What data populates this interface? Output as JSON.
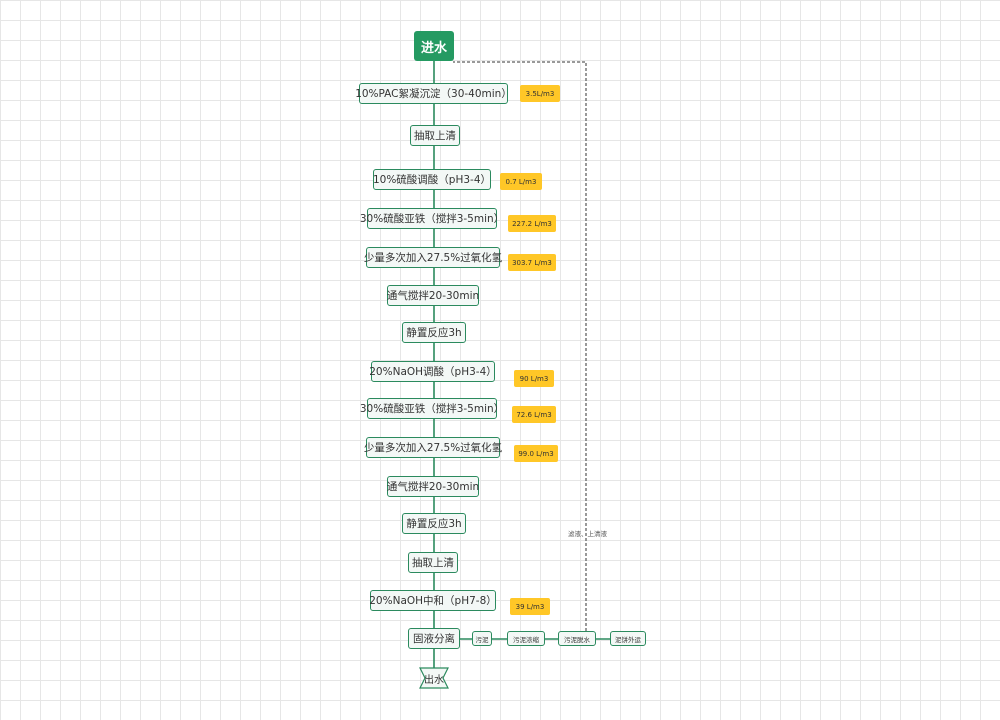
{
  "start": "进水",
  "steps": [
    "10%PAC絮凝沉淀（30-40min）",
    "抽取上清",
    "10%硫酸调酸（pH3-4）",
    "30%硫酸亚铁（搅拌3-5min）",
    "少量多次加入27.5%过氧化氢",
    "通气搅拌20-30min",
    "静置反应3h",
    "20%NaOH调酸（pH3-4）",
    "30%硫酸亚铁（搅拌3-5min）",
    "少量多次加入27.5%过氧化氢",
    "通气搅拌20-30min",
    "静置反应3h",
    "抽取上清",
    "20%NaOH中和（pH7-8）",
    "固液分离"
  ],
  "dosages": [
    "3.5L/m3",
    "0.7 L/m3",
    "227.2 L/m3",
    "303.7 L/m3",
    "90 L/m3",
    "72.6 L/m3",
    "99.0 L/m3",
    "39 L/m3"
  ],
  "sludge_line": [
    "污泥",
    "污泥浓缩",
    "污泥脱水",
    "泥饼外运"
  ],
  "return_note": "滤液、上清液",
  "end": "出水",
  "colors": {
    "line": "#2b8a5e",
    "start_fill": "#259a62",
    "dose_fill": "#ffc727",
    "node_fill": "#f3f8f6"
  }
}
